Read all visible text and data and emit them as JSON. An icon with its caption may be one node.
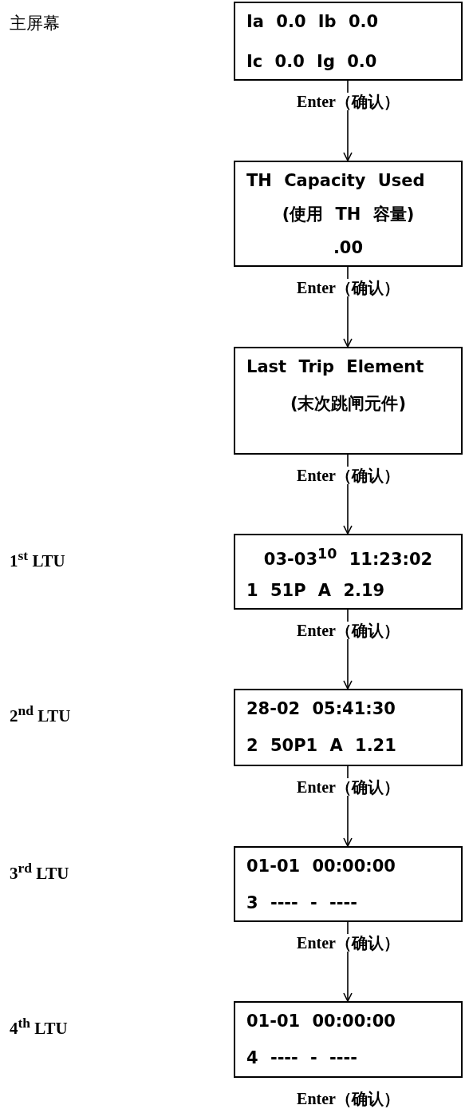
{
  "diagram": {
    "nodes": [
      {
        "text": [
          "Ia 0.0 Ib 0.0",
          "Ic 0.0 Ig 0.0"
        ]
      },
      {
        "text": [
          "TH Capacity Used",
          "(使用 TH 容量)",
          ".00"
        ]
      },
      {
        "text": [
          "Last Trip Element",
          "(末次跳闸元件)"
        ]
      },
      {
        "text": [
          "03-03$^{10}$ 11:23:02",
          "1 51P A 2.19"
        ]
      },
      {
        "text": [
          "28-02 05:41:30",
          "2 50P1 A 1.21"
        ]
      },
      {
        "text": [
          "01-01 00:00:00",
          "3 ---- - ----"
        ]
      },
      {
        "text": [
          "01-01 00:00:00",
          "4 ---- - ----"
        ]
      }
    ],
    "edges": [
      {
        "from": 0,
        "to": 1,
        "arrow": "to",
        "label": "Enter（确认）"
      },
      {
        "from": 1,
        "to": 2,
        "arrow": "to",
        "label": "Enter（确认）"
      },
      {
        "from": 2,
        "to": 3,
        "arrow": "to",
        "label": "Enter（确认）"
      },
      {
        "from": 3,
        "to": 4,
        "arrow": "to",
        "label": "Enter（确认）"
      },
      {
        "from": 4,
        "to": 5,
        "arrow": "to",
        "label": "Enter（确认）"
      },
      {
        "from": 5,
        "to": 6,
        "arrow": "to",
        "label": "Enter（确认）"
      }
    ],
    "labels": [
      "主屏幕",
      "1$^{st}$ LTU",
      "2$^{nd}$ LTU",
      "3$^{rd}$ LTU",
      "4$^{th}$ LTU",
      "Enter（确认）"
    ]
  }
}
